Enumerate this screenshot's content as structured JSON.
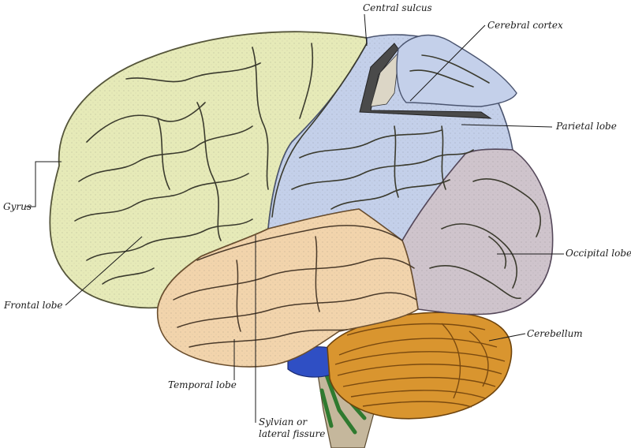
{
  "labels": {
    "central_sulcus": "Central sulcus",
    "cerebral_cortex": "Cerebral cortex",
    "parietal_lobe": "Parietal lobe",
    "gyrus": "Gyrus",
    "occipital_lobe": "Occipital lobe",
    "frontal_lobe": "Frontal lobe",
    "cerebellum": "Cerebellum",
    "temporal_lobe": "Temporal lobe",
    "sylvian_line1": "Sylvian or",
    "sylvian_line2": "lateral fissure"
  },
  "colors": {
    "frontal_lobe": "#e6eab8",
    "parietal_lobe": "#c4d0ea",
    "occipital_lobe": "#cfc4cc",
    "temporal_lobe": "#f2d4ac",
    "cerebellum": "#d9952f",
    "brainstem": "#c5b79c",
    "pons": "#2f4fc4",
    "vessels": "#2f7a2f"
  }
}
